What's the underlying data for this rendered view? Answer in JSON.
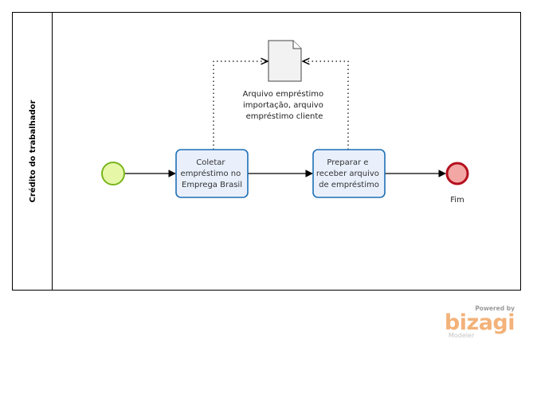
{
  "pool": {
    "lane_label": "Crédito do trabalhador"
  },
  "events": {
    "start": {
      "fill": "#e6f7a8",
      "stroke": "#7ab51d"
    },
    "end": {
      "label": "Fim",
      "fill": "#f3a7a5",
      "stroke": "#b5101f"
    }
  },
  "tasks": [
    {
      "lines": [
        "Coletar",
        "empréstimo no",
        "Emprega Brasil"
      ]
    },
    {
      "lines": [
        "Preparar e",
        "receber arquivo",
        "de empréstimo"
      ]
    }
  ],
  "data_object": {
    "icon": "document-icon",
    "lines": [
      "Arquivo empréstimo",
      "importação, arquivo",
      "empréstimo cliente"
    ]
  },
  "branding": {
    "powered_by": "Powered by",
    "logo": "bizagi",
    "product": "Modeler",
    "logo_color": "#f3b27a"
  }
}
